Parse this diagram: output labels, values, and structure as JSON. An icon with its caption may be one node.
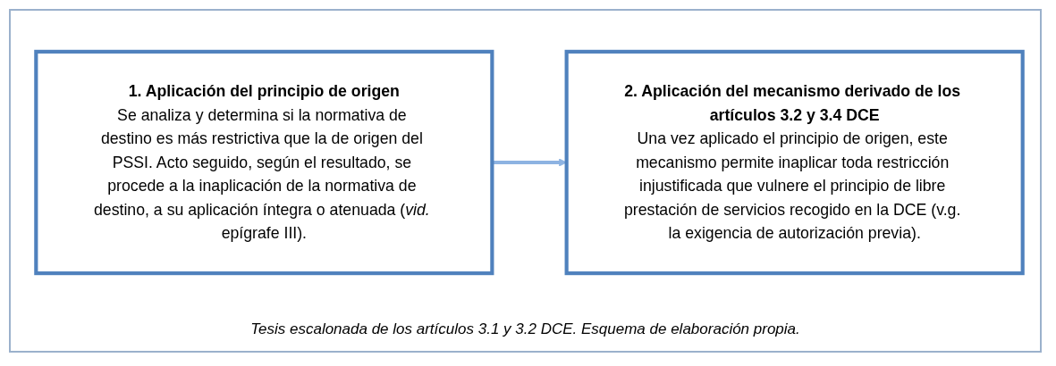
{
  "diagram": {
    "caption": "Tesis escalonada de los artículos 3.1 y 3.2 DCE. Esquema de elaboración propia.",
    "nodes": [
      {
        "text": [
          "1. Aplicación del principio de origen",
          "Se analiza y determina si la normativa de destino es más restrictiva que la de origen del PSSI. Acto seguido, según el resultado, se procede a la inaplicación de la normativa de destino, a su aplicación íntegra o atenuada (*vid.* epígrafe III)."
        ]
      },
      {
        "text": [
          "2. Aplicación del mecanismo derivado de los artículos 3.2 y 3.4 DCE",
          "Una vez aplicado el principio de origen, este mecanismo permite inaplicar toda restricción injustificada que vulnere el principio de libre prestación de servicios recogido en la DCE (v.g. la exigencia de autorización previa)."
        ]
      }
    ],
    "edges": [
      {
        "from": 0,
        "to": 1,
        "arrow": "to",
        "color": "#8db3e2"
      }
    ]
  }
}
